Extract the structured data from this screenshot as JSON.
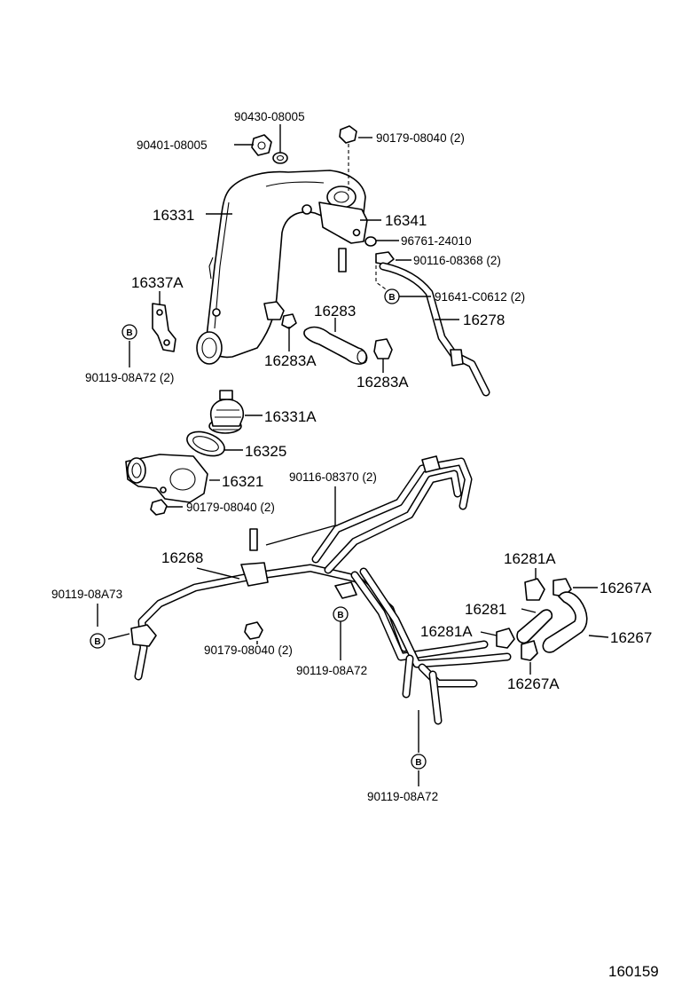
{
  "callouts": {
    "p_90430_08005": "90430-08005",
    "p_90401_08005": "90401-08005",
    "p_90179_08040_top": "90179-08040 (2)",
    "p_16331": "16331",
    "p_16341": "16341",
    "p_96761_24010": "96761-24010",
    "p_90116_08368": "90116-08368 (2)",
    "p_16337A": "16337A",
    "p_91641_C0612": "91641-C0612 (2)",
    "p_16283": "16283",
    "p_16278": "16278",
    "p_16283A_left": "16283A",
    "p_16283A_right": "16283A",
    "p_90119_08A72_2": "90119-08A72 (2)",
    "p_16331A": "16331A",
    "p_16325": "16325",
    "p_16321": "16321",
    "p_90116_08370": "90116-08370 (2)",
    "p_90179_08040_mid": "90179-08040 (2)",
    "p_16268": "16268",
    "p_16281A_top": "16281A",
    "p_90119_08A73": "90119-08A73",
    "p_16267A_top": "16267A",
    "p_16281": "16281",
    "p_16281A_mid": "16281A",
    "p_16267": "16267",
    "p_90179_08040_low": "90179-08040 (2)",
    "p_90119_08A72_mid": "90119-08A72",
    "p_16267A_low": "16267A",
    "p_90119_08A72_bottom": "90119-08A72"
  },
  "badge_letter": "B",
  "diagram_id": "160159"
}
